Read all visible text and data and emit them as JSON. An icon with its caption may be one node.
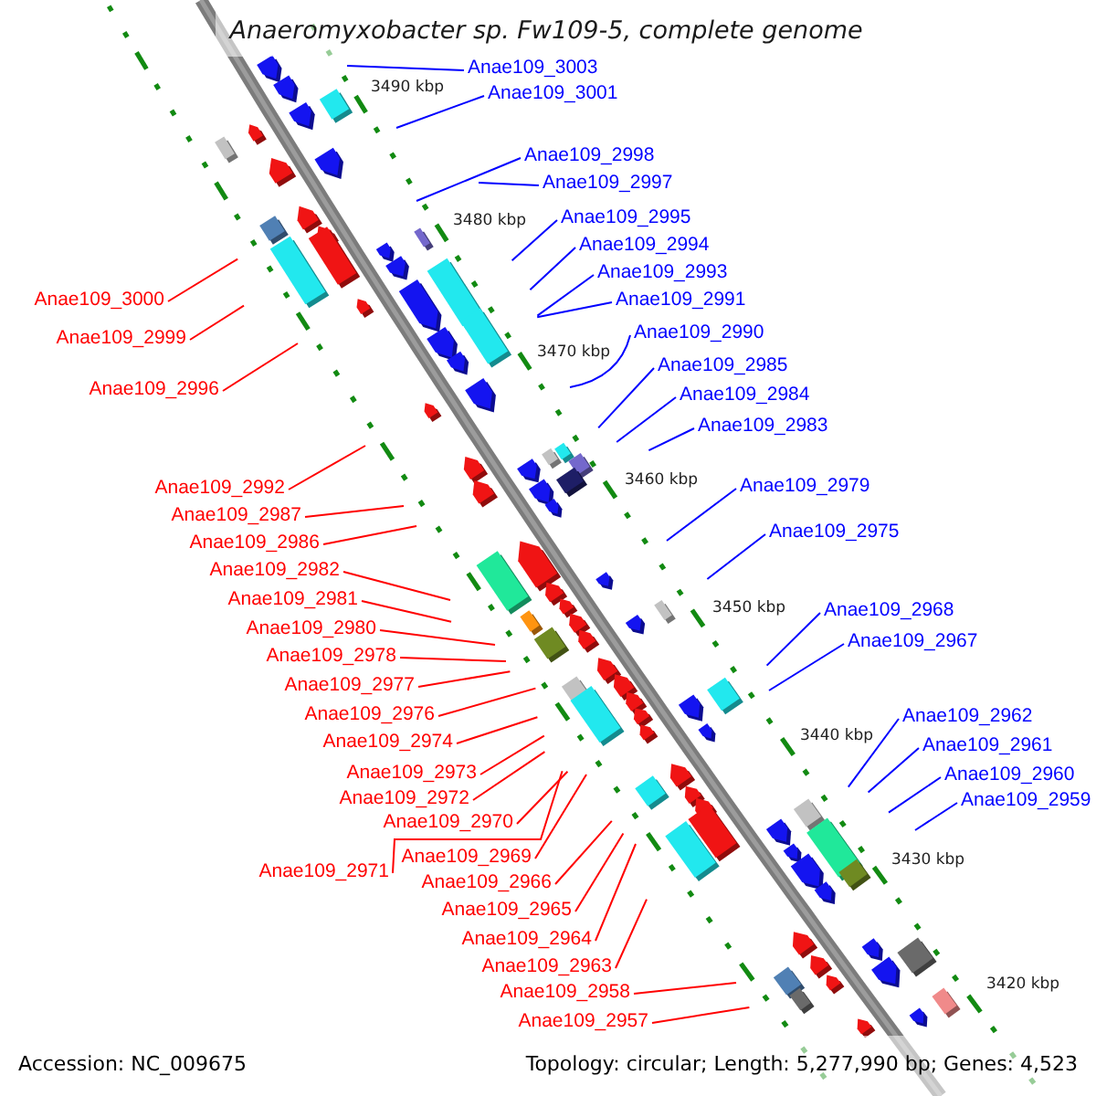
{
  "diagram": {
    "title": "Anaeromyxobacter sp. Fw109-5, complete genome",
    "nodes": [
      {
        "text": [
          "Anae109_3003"
        ]
      },
      {
        "text": [
          "Anae109_3001"
        ]
      },
      {
        "text": [
          "Anae109_2998"
        ]
      },
      {
        "text": [
          "Anae109_2997"
        ]
      },
      {
        "text": [
          "Anae109_2995"
        ]
      },
      {
        "text": [
          "Anae109_2994"
        ]
      },
      {
        "text": [
          "Anae109_2993"
        ]
      },
      {
        "text": [
          "Anae109_3000"
        ]
      },
      {
        "text": [
          "Anae109_2991"
        ]
      },
      {
        "text": [
          "Anae109_2990"
        ]
      },
      {
        "text": [
          "Anae109_2999"
        ]
      },
      {
        "text": [
          "Anae109_2985"
        ]
      },
      {
        "text": [
          "Anae109_2996"
        ]
      },
      {
        "text": [
          "Anae109_2984"
        ]
      },
      {
        "text": [
          "Anae109_2983"
        ]
      },
      {
        "text": [
          "Anae109_2979"
        ]
      },
      {
        "text": [
          "Anae109_2992"
        ]
      },
      {
        "text": [
          "Anae109_2987"
        ]
      },
      {
        "text": [
          "Anae109_2975"
        ]
      },
      {
        "text": [
          "Anae109_2986"
        ]
      },
      {
        "text": [
          "Anae109_2982"
        ]
      },
      {
        "text": [
          "Anae109_2981"
        ]
      },
      {
        "text": [
          "Anae109_2968"
        ]
      },
      {
        "text": [
          "Anae109_2980"
        ]
      },
      {
        "text": [
          "Anae109_2967"
        ]
      },
      {
        "text": [
          "Anae109_2978"
        ]
      },
      {
        "text": [
          "Anae109_2977"
        ]
      },
      {
        "text": [
          "Anae109_2976"
        ]
      },
      {
        "text": [
          "Anae109_2962"
        ]
      },
      {
        "text": [
          "Anae109_2974"
        ]
      },
      {
        "text": [
          "Anae109_2961"
        ]
      },
      {
        "text": [
          "Anae109_2973"
        ]
      },
      {
        "text": [
          "Anae109_2960"
        ]
      },
      {
        "text": [
          "Anae109_2972"
        ]
      },
      {
        "text": [
          "Anae109_2959"
        ]
      },
      {
        "text": [
          "Anae109_2970"
        ]
      },
      {
        "text": [
          "Anae109_2969"
        ]
      },
      {
        "text": [
          "Anae109_2971"
        ]
      },
      {
        "text": [
          "Anae109_2966"
        ]
      },
      {
        "text": [
          "Anae109_2965"
        ]
      },
      {
        "text": [
          "Anae109_2964"
        ]
      },
      {
        "text": [
          "Anae109_2963"
        ]
      },
      {
        "text": [
          "Anae109_2958"
        ]
      },
      {
        "text": [
          "Anae109_2957"
        ]
      }
    ],
    "edges": [
      {
        "from": 0,
        "to": null,
        "arrow": "none",
        "color": "#0000ff"
      },
      {
        "from": 1,
        "to": null,
        "arrow": "none",
        "color": "#0000ff"
      },
      {
        "from": 2,
        "to": null,
        "arrow": "none",
        "color": "#0000ff"
      },
      {
        "from": 3,
        "to": null,
        "arrow": "none",
        "color": "#0000ff"
      },
      {
        "from": 4,
        "to": null,
        "arrow": "none",
        "color": "#0000ff"
      },
      {
        "from": 5,
        "to": null,
        "arrow": "none",
        "color": "#0000ff"
      },
      {
        "from": 6,
        "to": null,
        "arrow": "none",
        "color": "#0000ff"
      },
      {
        "from": 7,
        "to": null,
        "arrow": "none"
      },
      {
        "from": 8,
        "to": null,
        "arrow": "none",
        "color": "#0000ff"
      },
      {
        "from": 9,
        "to": null,
        "arrow": "none",
        "color": "#0000ff"
      },
      {
        "from": 10,
        "to": null,
        "arrow": "none"
      },
      {
        "from": 11,
        "to": null,
        "arrow": "none",
        "color": "#0000ff"
      },
      {
        "from": 12,
        "to": null,
        "arrow": "none"
      },
      {
        "from": 13,
        "to": null,
        "arrow": "none",
        "color": "#0000ff"
      },
      {
        "from": 14,
        "to": null,
        "arrow": "none",
        "color": "#0000ff"
      },
      {
        "from": 15,
        "to": null,
        "arrow": "none",
        "color": "#0000ff"
      },
      {
        "from": 16,
        "to": null,
        "arrow": "none"
      },
      {
        "from": 17,
        "to": null,
        "arrow": "none"
      },
      {
        "from": 18,
        "to": null,
        "arrow": "none",
        "color": "#0000ff"
      },
      {
        "from": 19,
        "to": null,
        "arrow": "none"
      },
      {
        "from": 20,
        "to": null,
        "arrow": "none"
      },
      {
        "from": 21,
        "to": null,
        "arrow": "none"
      },
      {
        "from": 22,
        "to": null,
        "arrow": "none",
        "color": "#0000ff"
      },
      {
        "from": 23,
        "to": null,
        "arrow": "none"
      },
      {
        "from": 24,
        "to": null,
        "arrow": "none",
        "color": "#0000ff"
      },
      {
        "from": 25,
        "to": null,
        "arrow": "none"
      },
      {
        "from": 26,
        "to": null,
        "arrow": "none"
      },
      {
        "from": 27,
        "to": null,
        "arrow": "none"
      },
      {
        "from": 28,
        "to": null,
        "arrow": "none",
        "color": "#0000ff"
      },
      {
        "from": 29,
        "to": null,
        "arrow": "none"
      },
      {
        "from": 30,
        "to": null,
        "arrow": "none",
        "color": "#0000ff"
      },
      {
        "from": 31,
        "to": null,
        "arrow": "none"
      },
      {
        "from": 32,
        "to": null,
        "arrow": "none",
        "color": "#0000ff"
      },
      {
        "from": 33,
        "to": null,
        "arrow": "none"
      },
      {
        "from": 34,
        "to": null,
        "arrow": "none",
        "color": "#0000ff"
      },
      {
        "from": 35,
        "to": null,
        "arrow": "none"
      },
      {
        "from": 36,
        "to": null,
        "arrow": "none"
      },
      {
        "from": 37,
        "to": null,
        "arrow": "none"
      },
      {
        "from": 38,
        "to": null,
        "arrow": "none"
      },
      {
        "from": 39,
        "to": null,
        "arrow": "none"
      },
      {
        "from": 40,
        "to": null,
        "arrow": "none"
      },
      {
        "from": 41,
        "to": null,
        "arrow": "none"
      },
      {
        "from": 42,
        "to": null,
        "arrow": "none"
      },
      {
        "from": 43,
        "to": null,
        "arrow": "none"
      }
    ],
    "labels": [
      "3490 kbp",
      "3480 kbp",
      "3470 kbp",
      "3460 kbp",
      "3450 kbp",
      "3440 kbp",
      "3430 kbp",
      "3420 kbp",
      "Accession: NC_009675",
      "Topology: circular; Length: 5,277,990 bp; Genes: 4,523"
    ]
  }
}
